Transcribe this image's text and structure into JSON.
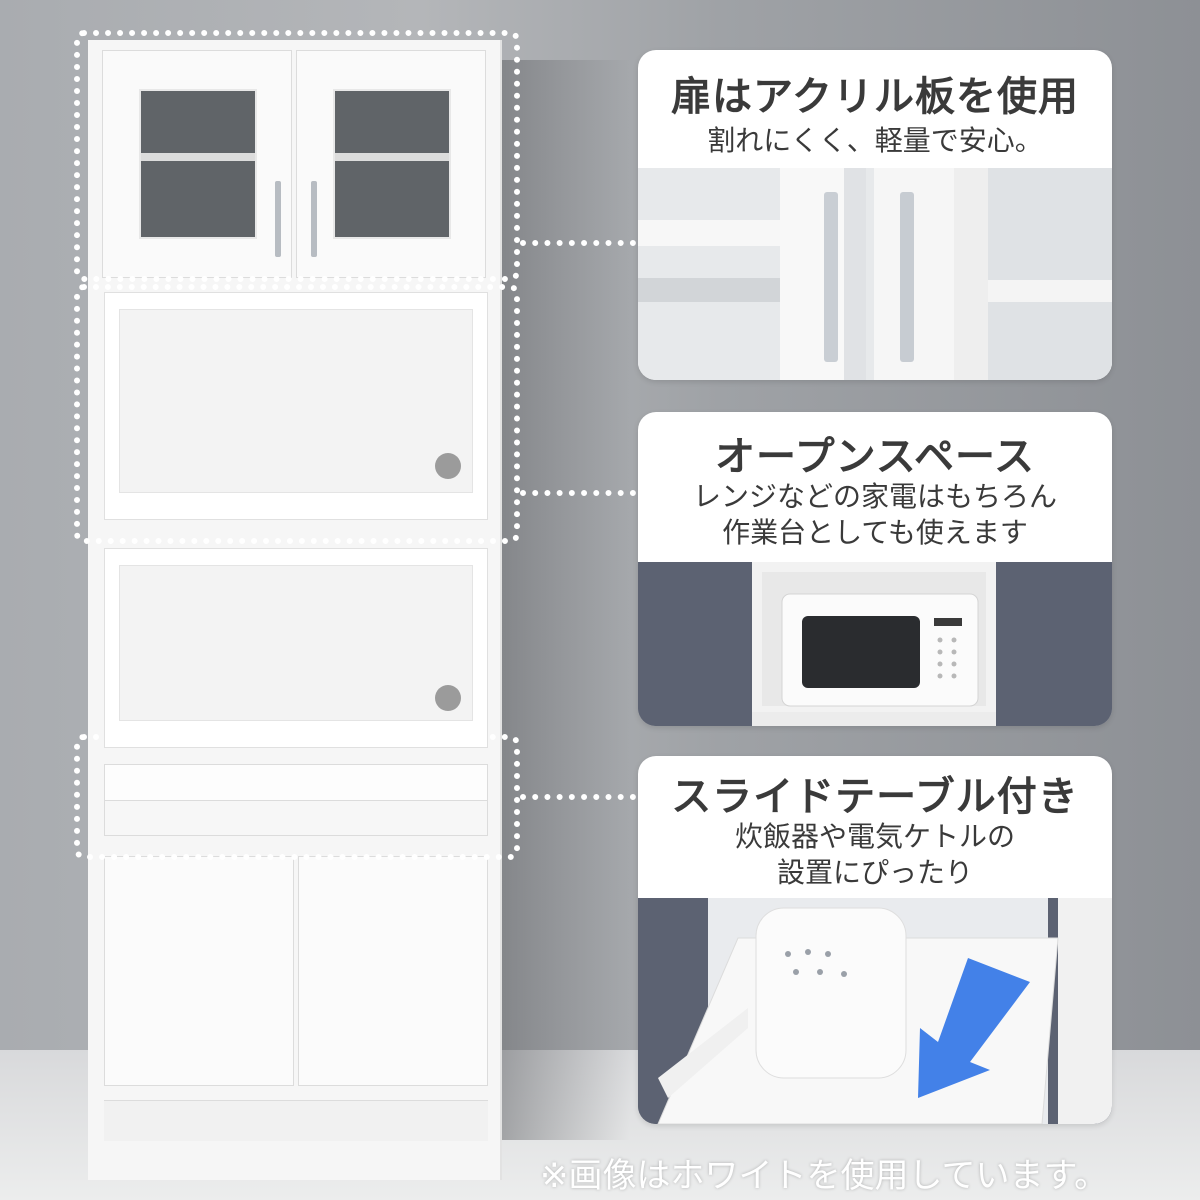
{
  "features": [
    {
      "title": "扉はアクリル板を使用",
      "description_lines": [
        "割れにくく、軽量で安心。"
      ]
    },
    {
      "title": "オープンスペース",
      "description_lines": [
        "レンジなどの家電はもちろん",
        "作業台としても使えます"
      ]
    },
    {
      "title": "スライドテーブル付き",
      "description_lines": [
        "炊飯器や電気ケトルの",
        "設置にぴったり"
      ]
    }
  ],
  "footnote": "※画像はホワイトを使用しています。",
  "colors": {
    "background": "#a9acb0",
    "cabinet": "#f6f6f6",
    "card": "#ffffff",
    "text": "#3a3a3a",
    "photo_dark": "#5c6272",
    "arrow": "#2f73e6"
  }
}
